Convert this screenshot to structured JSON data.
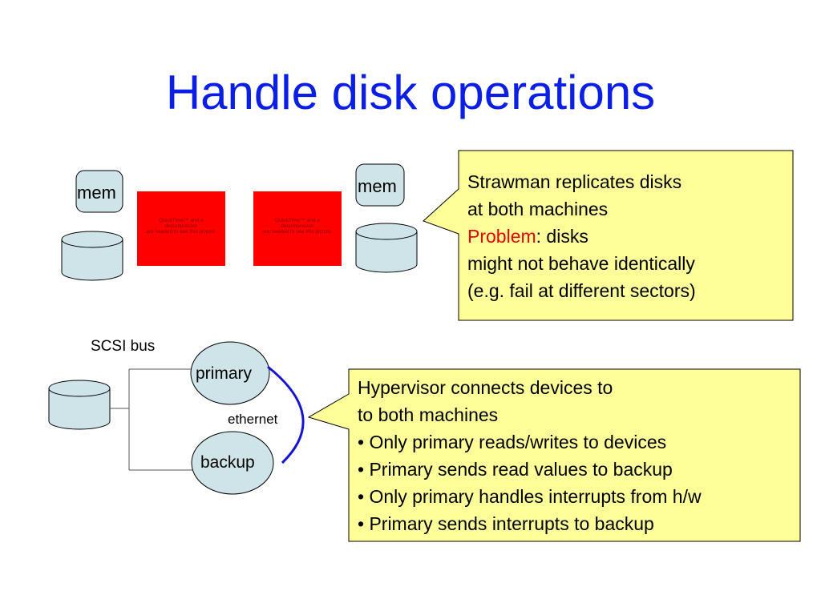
{
  "title": "Handle disk operations",
  "top": {
    "mem_left": "mem",
    "mem_right": "mem",
    "placeholder": {
      "line1": "QuickTime™ and a",
      "line2": "decompressor",
      "line3": "are needed to see this picture."
    }
  },
  "callout1": {
    "line1": "Strawman replicates disks",
    "line2": "at both machines",
    "problem_word": "Problem",
    "line3_rest": ": disks",
    "line4": "might not behave identically",
    "line5": "(e.g. fail at different sectors)"
  },
  "bottom": {
    "scsi_label": "SCSI bus",
    "primary_label": "primary",
    "backup_label": "backup",
    "ethernet_label": "ethernet"
  },
  "callout2": {
    "line1": "Hypervisor connects devices to",
    "line2": "to both machines",
    "bullets": [
      "• Only primary reads/writes to devices",
      "• Primary sends read values to backup",
      "• Only primary handles interrupts from h/w",
      "• Primary sends interrupts to backup"
    ]
  },
  "colors": {
    "title": "#0a1ee6",
    "shape_fill": "#cfe4e8",
    "callout_fill": "#ffff99",
    "placeholder": "#ff0000",
    "ethernet_line": "#1414d2",
    "problem": "#e60000"
  }
}
